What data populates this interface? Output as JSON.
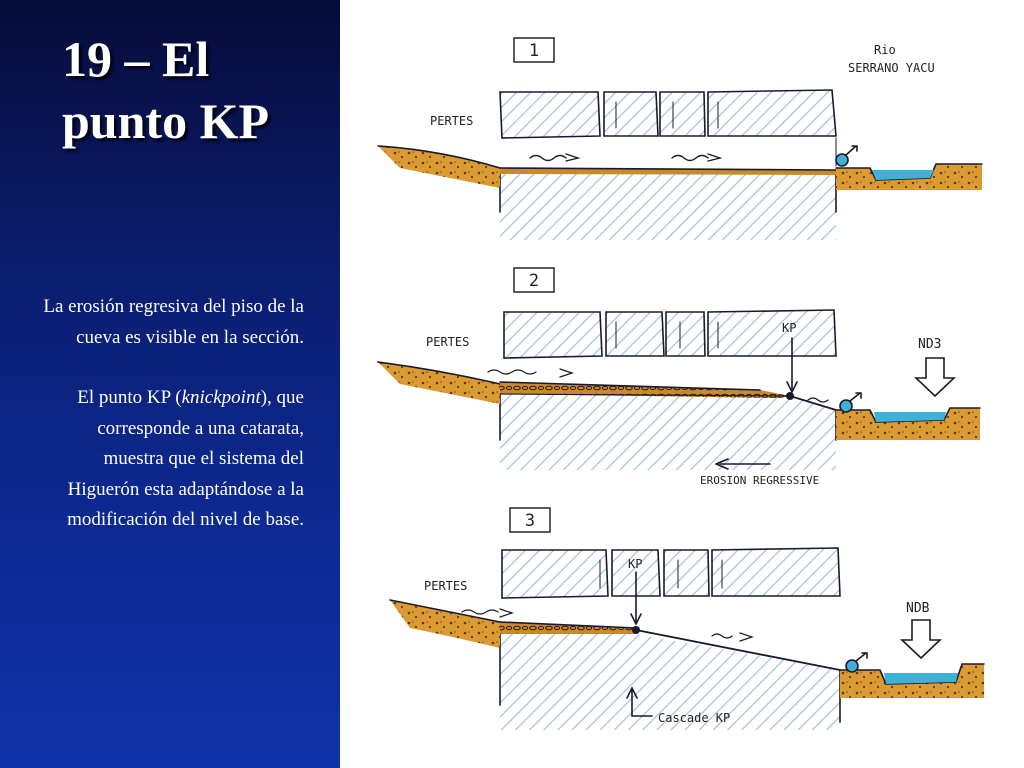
{
  "slide": {
    "title_line1": "19 – El",
    "title_line2": "punto KP",
    "para1": "La erosión regresiva del piso de la cueva es visible en la sección.",
    "para2_pre": "El punto KP (",
    "para2_term": "knickpoint",
    "para2_post": "), que corresponde a una catarata, muestra que el sistema del Higuerón esta adaptándose a la modificación del nivel de base."
  },
  "diagram": {
    "panel1": {
      "number": "1",
      "label_pertes": "PERTES",
      "label_river_line1": "Rio",
      "label_river_line2": "SERRANO YACU"
    },
    "panel2": {
      "number": "2",
      "label_pertes": "PERTES",
      "label_kp": "KP",
      "label_nd": "ND3",
      "label_erosion": "EROSION REGRESSIVE"
    },
    "panel3": {
      "number": "3",
      "label_pertes": "PERTES",
      "label_kp": "KP",
      "label_nd": "NDB",
      "label_cascade": "Cascade KP"
    },
    "colors": {
      "sediment": "#d9962e",
      "water": "#3fb0d6",
      "rock_hatch": "#9fc0de",
      "ink": "#1a1a2e"
    }
  }
}
